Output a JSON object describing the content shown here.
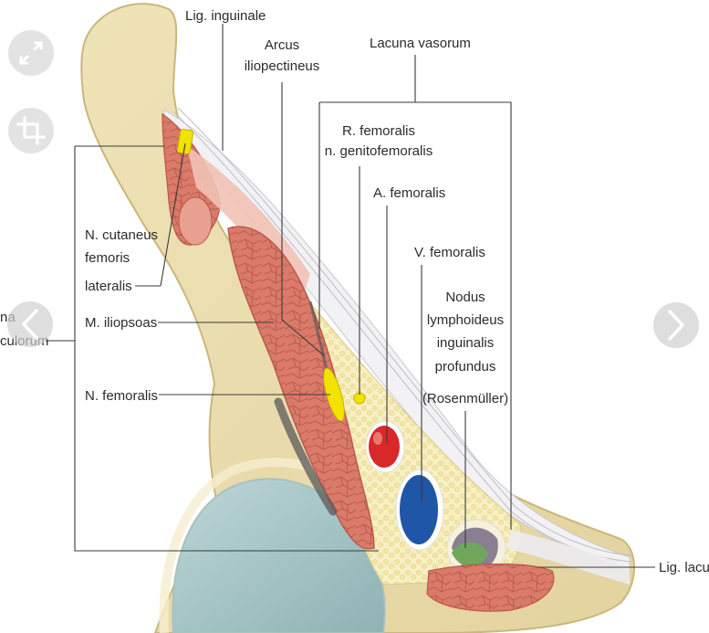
{
  "labels": {
    "lig_inguinale": "Lig. inguinale",
    "arcus_1": "Arcus",
    "arcus_2": "iliopectineus",
    "lacuna_vasorum": "Lacuna vasorum",
    "r_femoralis_1": "R. femoralis",
    "r_femoralis_2": "n. genitofemoralis",
    "a_femoralis": "A. femoralis",
    "v_femoralis": "V. femoralis",
    "nodus_1": "Nodus",
    "nodus_2": "lymphoideus",
    "nodus_3": "inguinalis",
    "nodus_4": "profundus",
    "nodus_5": "(Rosenmüller)",
    "n_cutaneus_1": "N. cutaneus",
    "n_cutaneus_2": "femoris",
    "n_cutaneus_3": "lateralis",
    "m_iliopsoas": "M. iliopsoas",
    "n_femoralis": "N. femoralis",
    "lacuna_musc_1": "na",
    "lacuna_musc_2": "culorum",
    "lig_lacunare": "Lig. lacur"
  },
  "controls": {
    "expand_icon": "expand-icon",
    "crop_icon": "crop-icon",
    "prev_icon": "chevron-left-icon",
    "next_icon": "chevron-right-icon"
  },
  "colors": {
    "bone": "#e9dcae",
    "bone_edge": "#c9b77c",
    "muscle": "#d97a6b",
    "fat": "#f8f0c4",
    "artery": "#d8282a",
    "vein": "#1f56a8",
    "nerve": "#f2e200",
    "node": "#8a7f92",
    "femoral_head": "#a9c6c8"
  }
}
